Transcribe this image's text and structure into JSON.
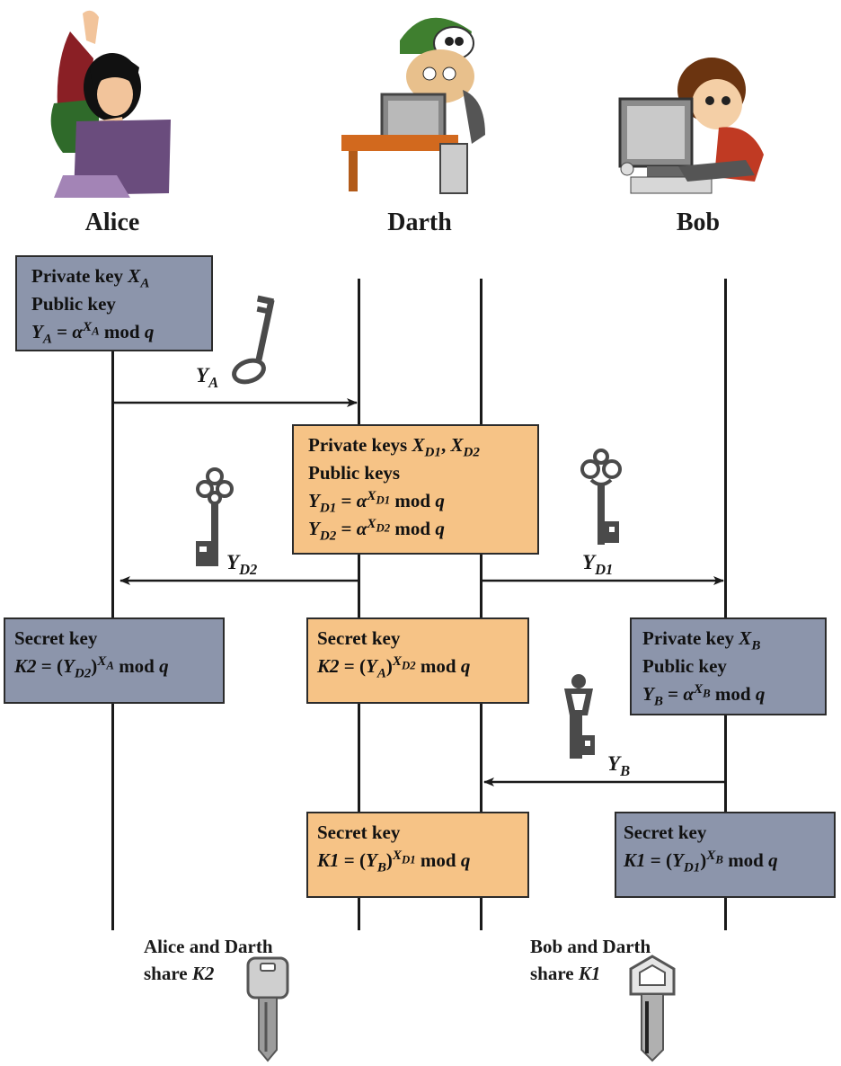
{
  "actors": {
    "alice": "Alice",
    "darth": "Darth",
    "bob": "Bob"
  },
  "boxes": {
    "alice_keys": {
      "line1_text": "Private key",
      "line1_var": "X",
      "line1_sub": "A",
      "line2_text": "Public key",
      "line3_lhs": "Y",
      "line3_lhs_sub": "A",
      "line3_eq": "=",
      "line3_base": "α",
      "line3_exp": "X",
      "line3_exp_sub": "A",
      "line3_mod": "mod",
      "line3_q": "q"
    },
    "darth_keys": {
      "line1_text": "Private keys",
      "line1_var1": "X",
      "line1_sub1": "D1",
      "line1_sep": ",",
      "line1_var2": "X",
      "line1_sub2": "D2",
      "line2_text": "Public keys",
      "line3_lhs": "Y",
      "line3_lhs_sub": "D1",
      "line3_eq": "=",
      "line3_base": "α",
      "line3_exp": "X",
      "line3_exp_sub": "D1",
      "line3_mod": "mod",
      "line3_q": "q",
      "line4_lhs": "Y",
      "line4_lhs_sub": "D2",
      "line4_eq": "=",
      "line4_base": "α",
      "line4_exp": "X",
      "line4_exp_sub": "D2",
      "line4_mod": "mod",
      "line4_q": "q"
    },
    "alice_secret": {
      "line1_text": "Secret key",
      "lhs": "K2",
      "eq": "=",
      "open": "(",
      "var": "Y",
      "var_sub": "D2",
      "close": ")",
      "exp": "X",
      "exp_sub": "A",
      "mod": "mod",
      "q": "q"
    },
    "darth_secret_k2": {
      "line1_text": "Secret key",
      "lhs": "K2",
      "eq": "=",
      "open": "(",
      "var": "Y",
      "var_sub": "A",
      "close": ")",
      "exp": "X",
      "exp_sub": "D2",
      "mod": "mod",
      "q": "q"
    },
    "bob_keys": {
      "line1_text": "Private key",
      "line1_var": "X",
      "line1_sub": "B",
      "line2_text": "Public key",
      "line3_lhs": "Y",
      "line3_lhs_sub": "B",
      "line3_eq": "=",
      "line3_base": "α",
      "line3_exp": "X",
      "line3_exp_sub": "B",
      "line3_mod": "mod",
      "line3_q": "q"
    },
    "darth_secret_k1": {
      "line1_text": "Secret key",
      "lhs": "K1",
      "eq": "=",
      "open": "(",
      "var": "Y",
      "var_sub": "B",
      "close": ")",
      "exp": "X",
      "exp_sub": "D1",
      "mod": "mod",
      "q": "q"
    },
    "bob_secret": {
      "line1_text": "Secret key",
      "lhs": "K1",
      "eq": "=",
      "open": "(",
      "var": "Y",
      "var_sub": "D1",
      "close": ")",
      "exp": "X",
      "exp_sub": "B",
      "mod": "mod",
      "q": "q"
    }
  },
  "messages": {
    "ya": {
      "var": "Y",
      "sub": "A"
    },
    "yd2": {
      "var": "Y",
      "sub": "D2"
    },
    "yd1": {
      "var": "Y",
      "sub": "D1"
    },
    "yb": {
      "var": "Y",
      "sub": "B"
    }
  },
  "shares": {
    "left_line1": "Alice and Darth",
    "left_line2": "share",
    "left_key": "K2",
    "right_line1": "Bob and Darth",
    "right_line2": "share",
    "right_key": "K1"
  },
  "colors": {
    "gray_box": "#8c95ab",
    "orange_box": "#f6c386",
    "ink": "#1a1a1a",
    "key_metal": "#4a4a4a"
  },
  "icons": [
    "alice-illustration",
    "darth-illustration",
    "bob-illustration",
    "key-icon",
    "ornate-key-icon",
    "padlock-key-icon",
    "house-key-icon"
  ]
}
